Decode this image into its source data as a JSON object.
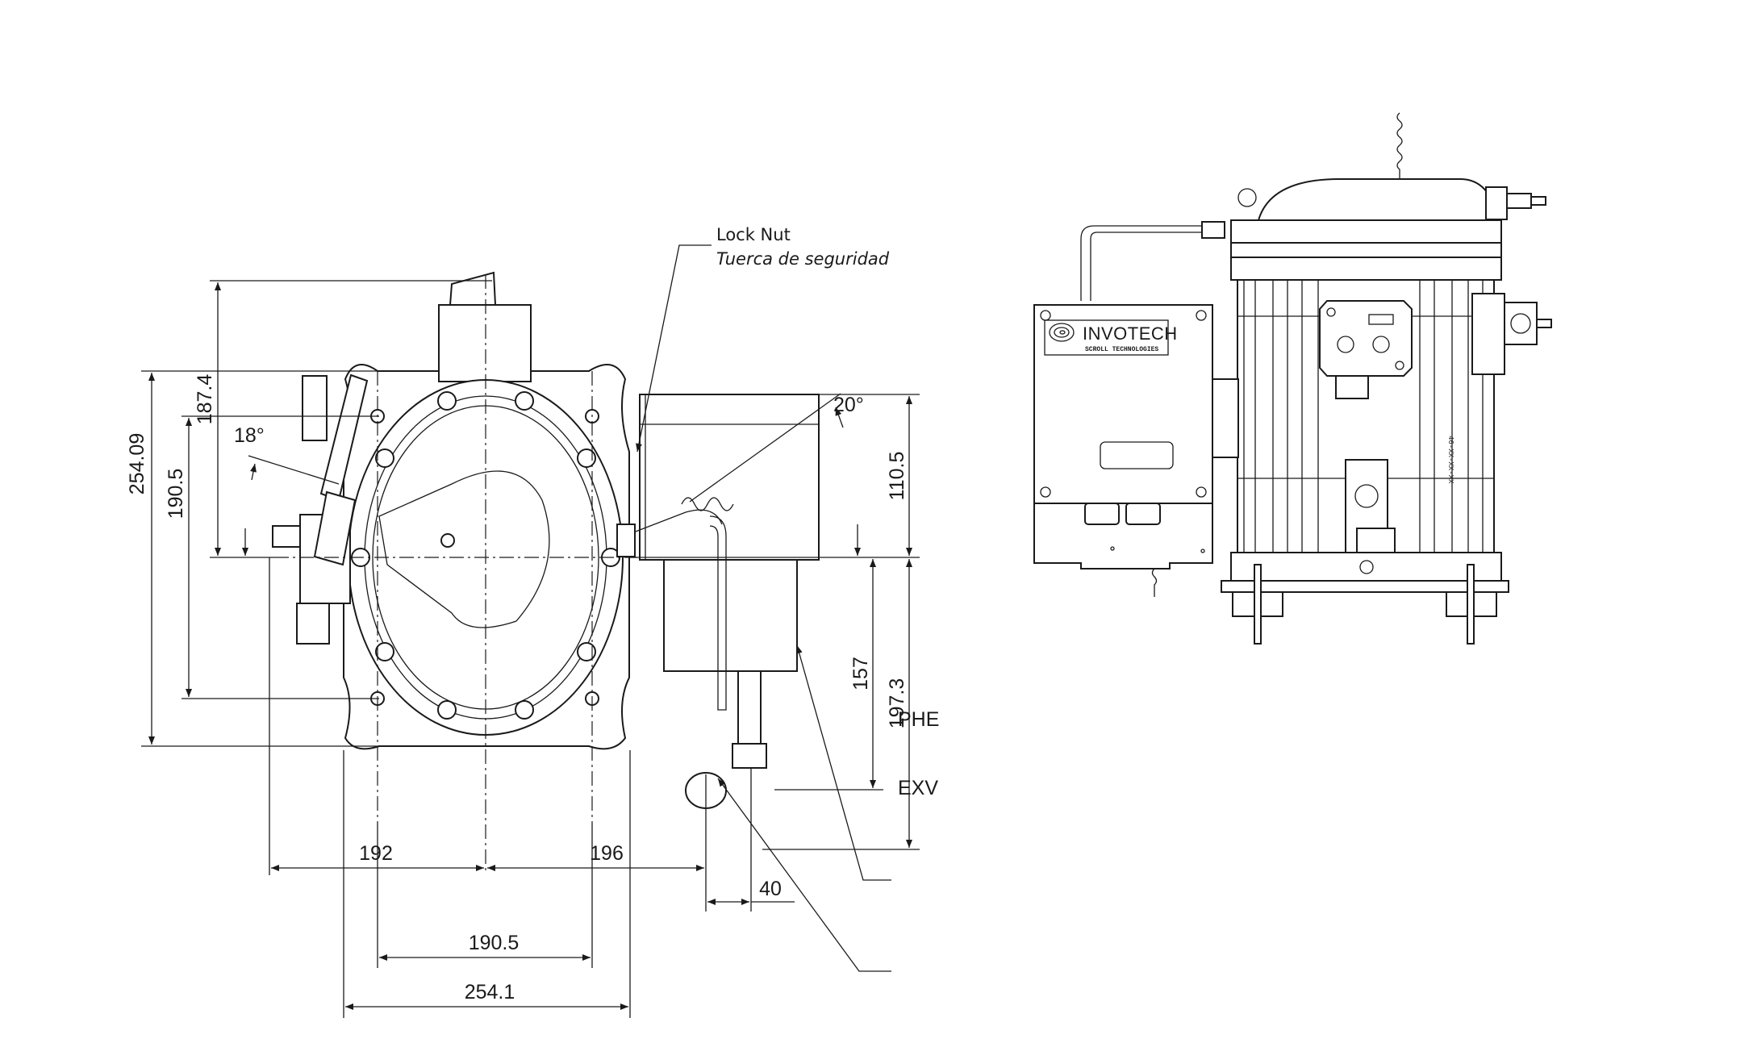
{
  "drawing": {
    "front_view": {
      "dimensions": {
        "height_total": "254.09",
        "height_mount": "190.5",
        "height_top": "187.4",
        "width_left": "192",
        "width_right": "196",
        "mount_width": "190.5",
        "body_width": "254.1",
        "offset_40": "40",
        "phe_height_top": "110.5",
        "phe_height_157": "157",
        "phe_height_bottom": "197.3",
        "angle_left": "18°",
        "angle_right": "20°"
      },
      "callouts": {
        "lock_nut": "Lock Nut",
        "lock_nut_es": "Tuerca de seguridad",
        "phe": "PHE",
        "exv": "EXV"
      }
    },
    "side_view": {
      "brand_name": "INVOTECH",
      "brand_tagline": "SCROLL TECHNOLOGIES",
      "serial": "46-XX-XX-XX"
    }
  }
}
